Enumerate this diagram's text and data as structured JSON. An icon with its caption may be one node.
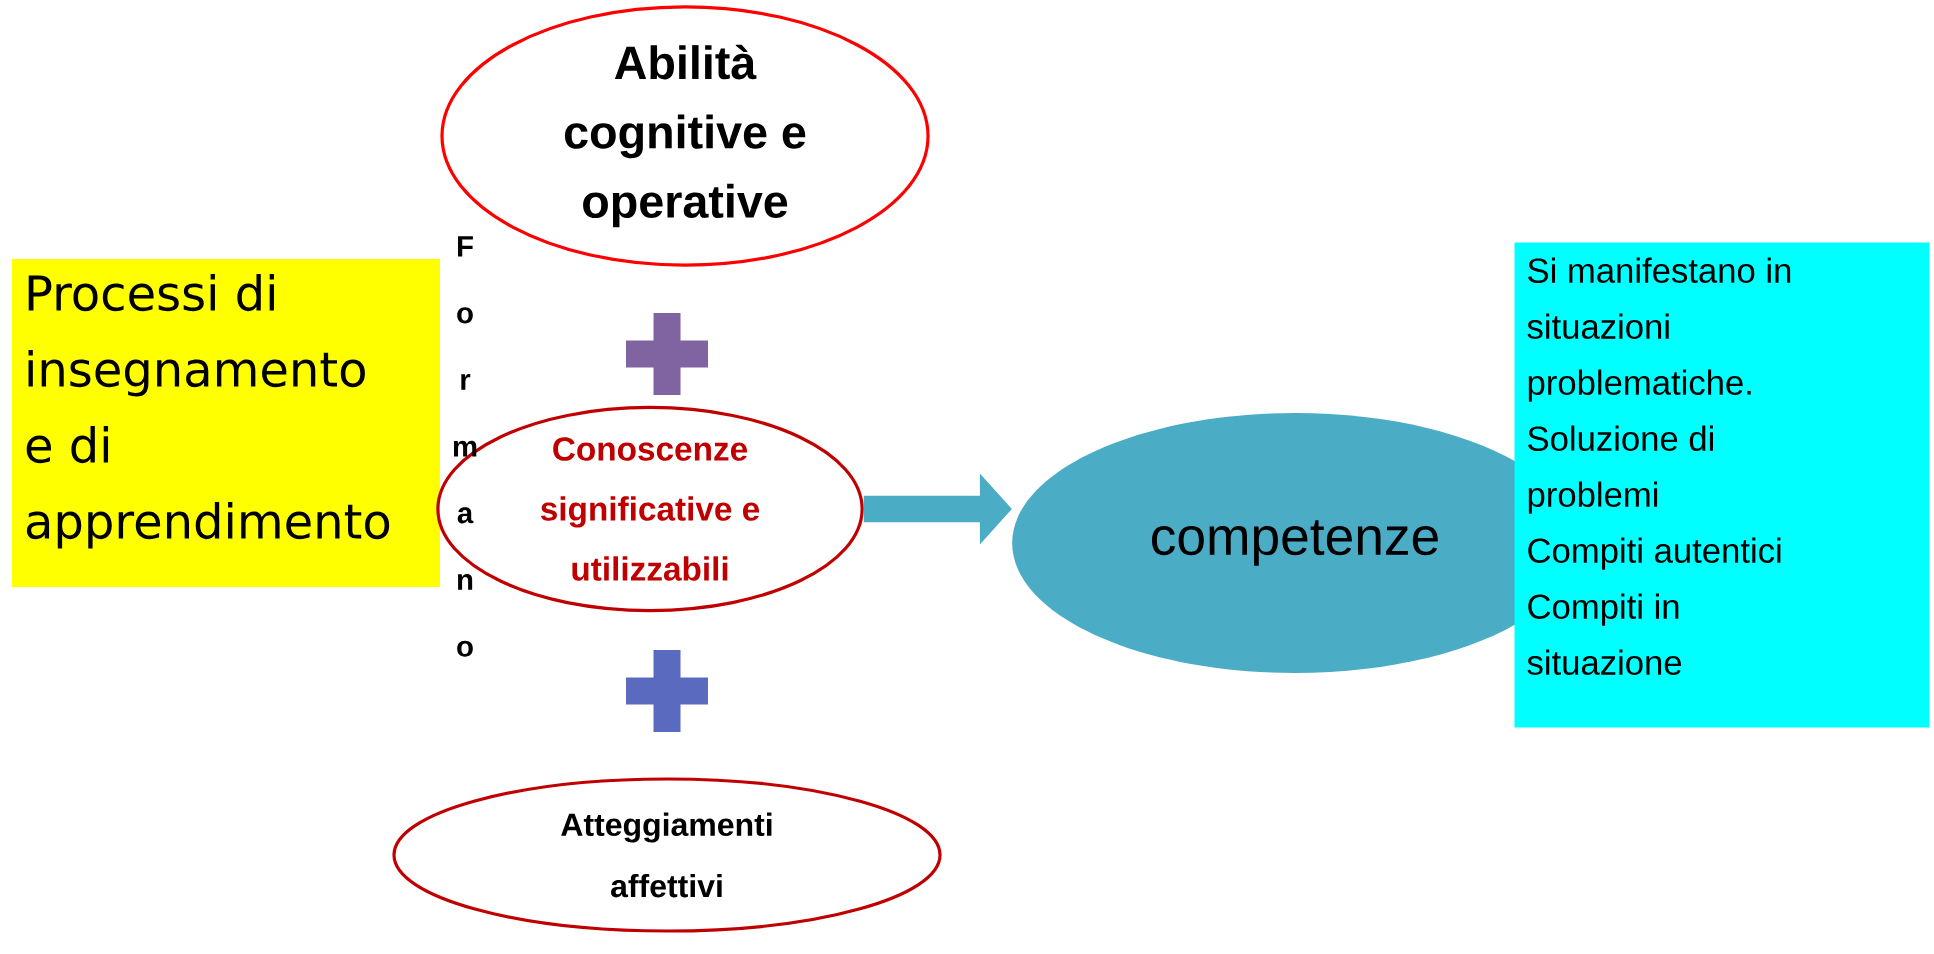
{
  "diagram": {
    "nodes": [
      {
        "text": [
          "Processi di insegnamento e di apprendimento"
        ]
      },
      {
        "text": [
          "Abilità cognitive e operative"
        ]
      },
      {
        "text": [
          "Conoscenze significative e utilizzabili"
        ]
      },
      {
        "text": [
          "Atteggiamenti affettivi"
        ]
      },
      {
        "text": [
          "competenze"
        ]
      },
      {
        "text": [
          "Si manifestano in situazioni problematiche.",
          "Soluzione di problemi",
          "Compiti autentici",
          "Compiti in situazione"
        ]
      }
    ],
    "edges": [
      {
        "from": 2,
        "to": 4,
        "arrow": "to",
        "color": "#4bacc6"
      }
    ],
    "labels": [
      "Formano"
    ]
  }
}
